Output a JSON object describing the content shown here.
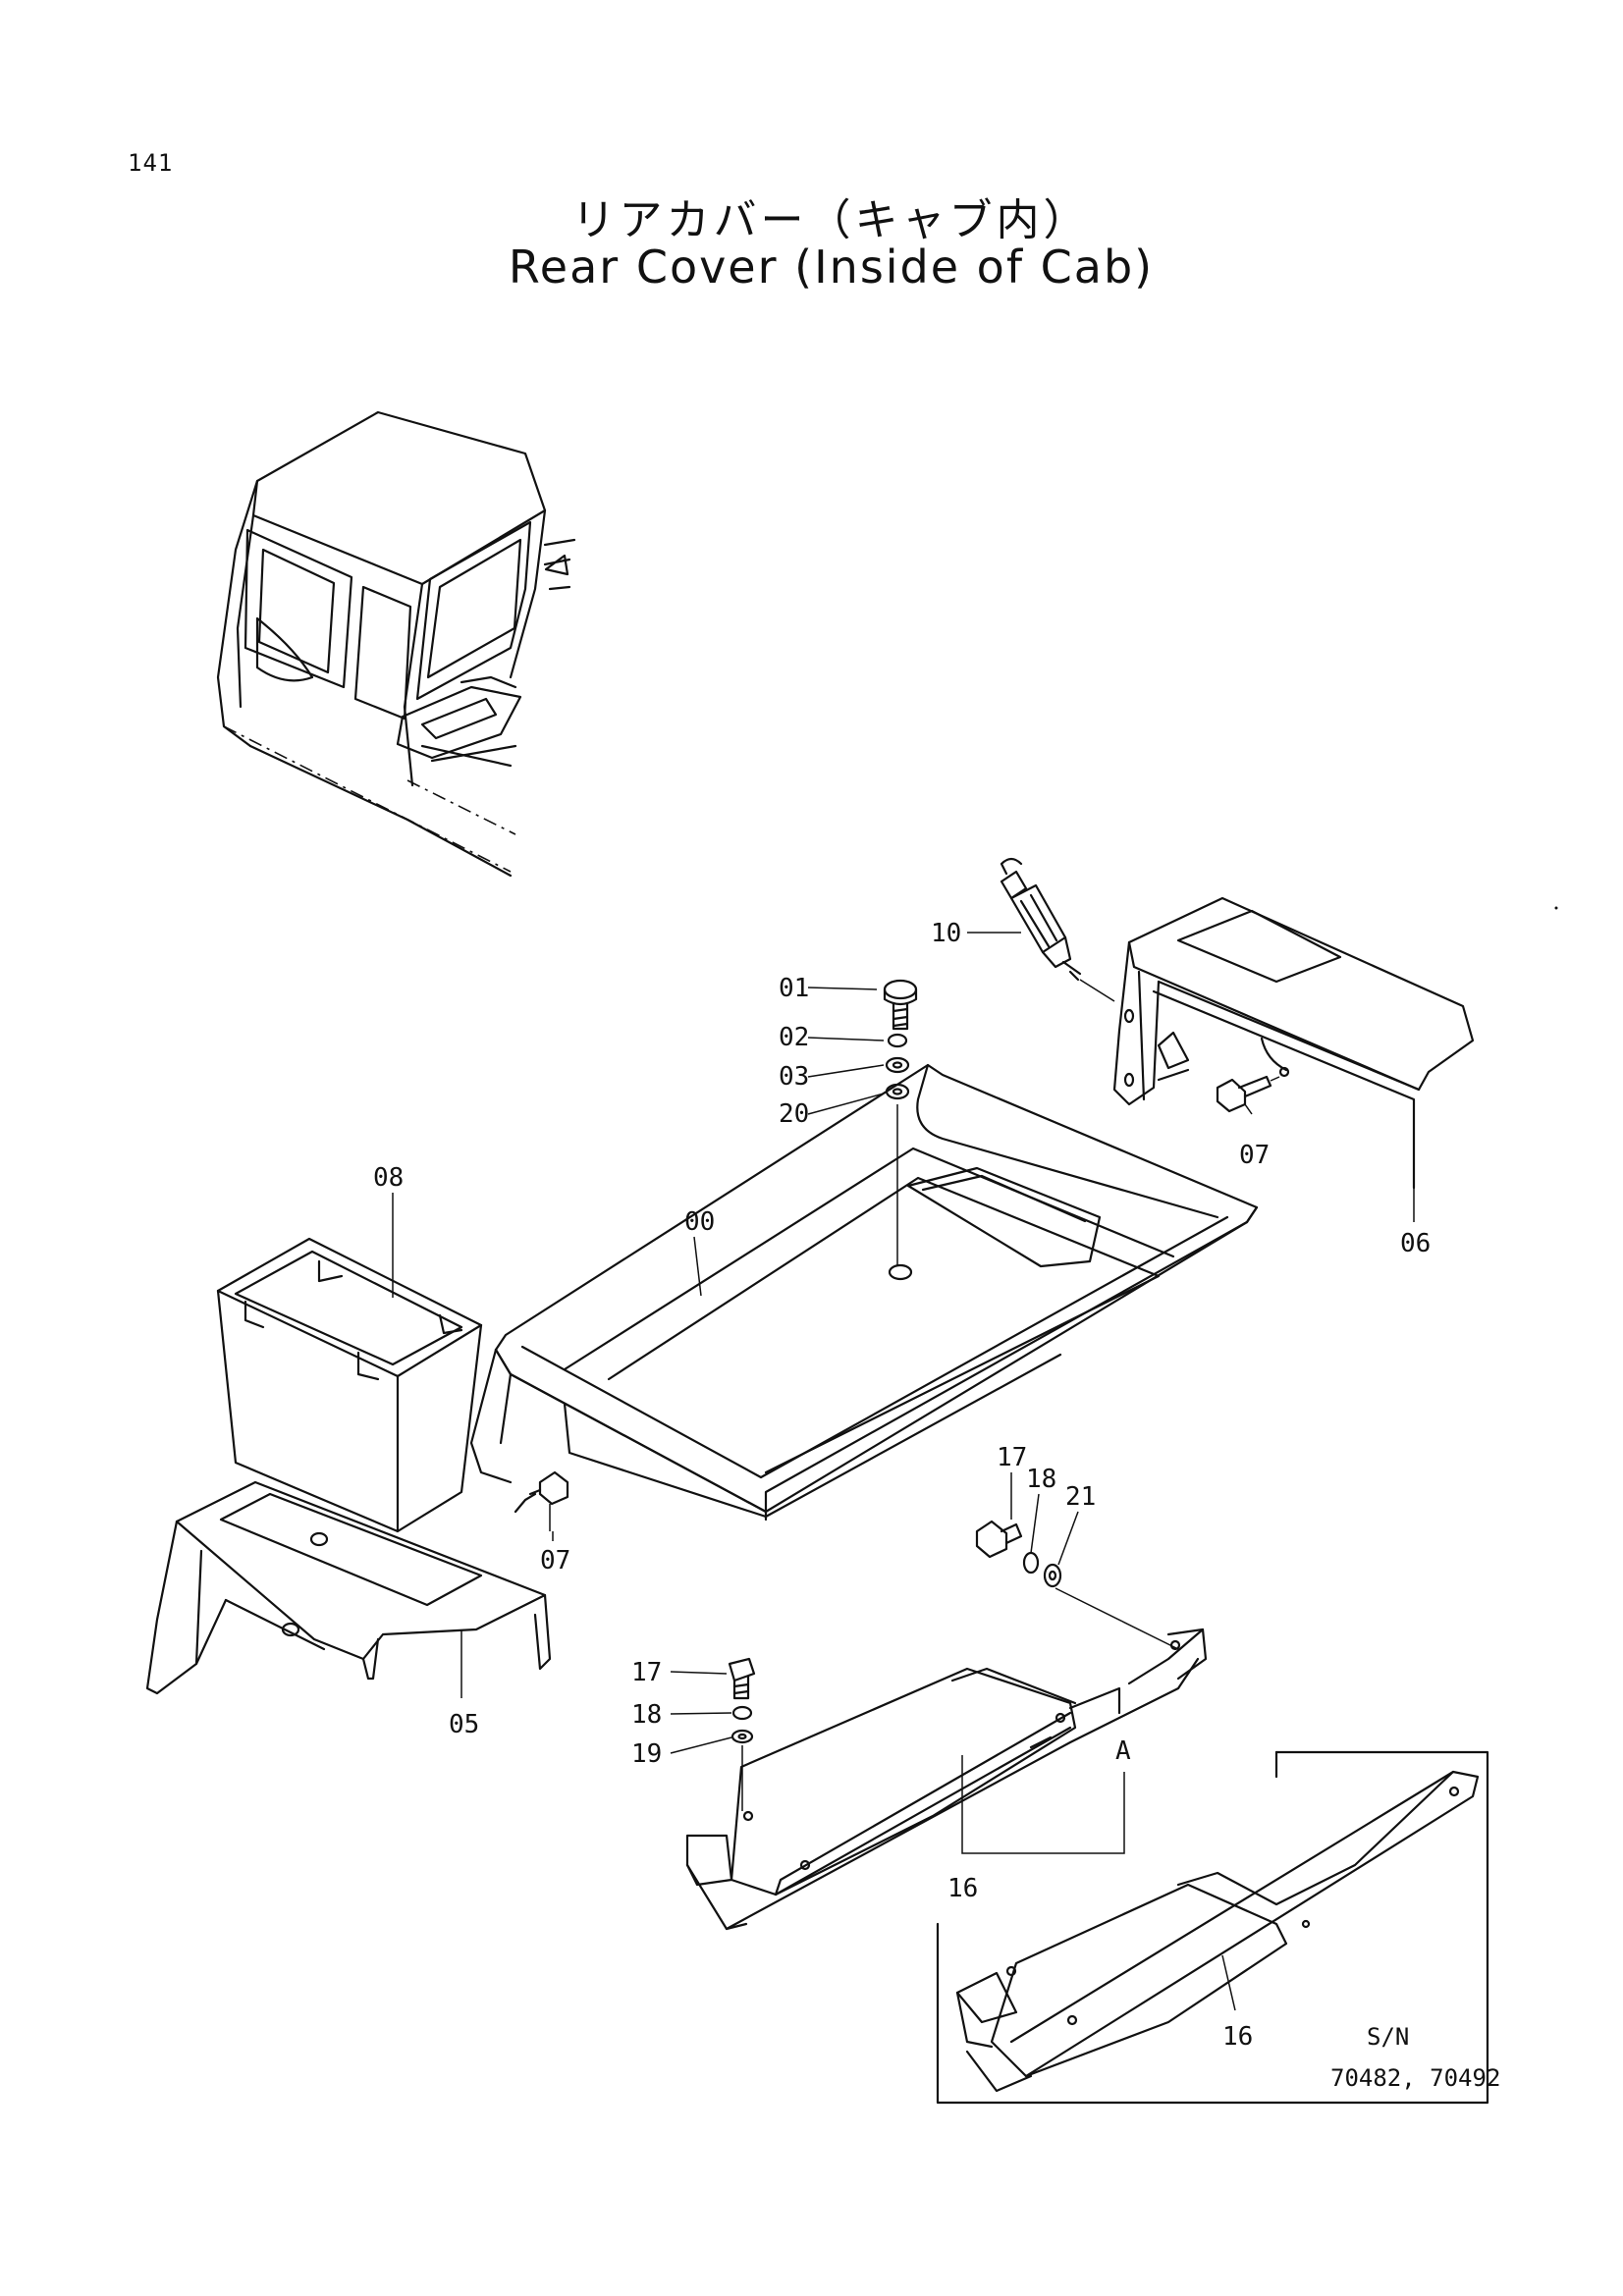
{
  "page": {
    "number": "141"
  },
  "title": {
    "ja": "リアカバー（キャブ内）",
    "en": "Rear Cover (Inside of Cab)"
  },
  "parts": {
    "p00": "00",
    "p01": "01",
    "p02": "02",
    "p03": "03",
    "p20": "20",
    "p10": "10",
    "p08": "08",
    "p07a": "07",
    "p07b": "07",
    "p06": "06",
    "p05": "05",
    "p17a": "17",
    "p18a": "18",
    "p21": "21",
    "p17b": "17",
    "p18b": "18",
    "p19": "19",
    "p16a": "16",
    "p16b": "16",
    "viewA": "A"
  },
  "inset": {
    "sn_label": "S/N",
    "serials": "70482, 70492"
  }
}
